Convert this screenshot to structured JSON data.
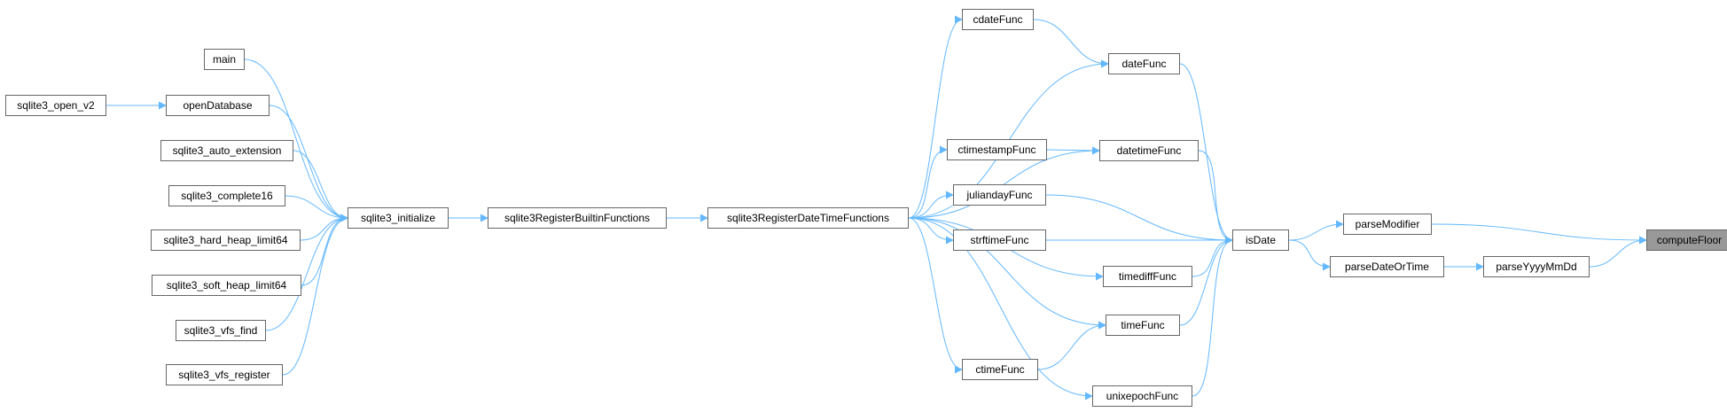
{
  "diagram": {
    "root": "computeFloor",
    "nodes": [
      {
        "id": "computeFloor",
        "label": "computeFloor"
      },
      {
        "id": "parseModifier",
        "label": "parseModifier"
      },
      {
        "id": "parseYyyyMmDd",
        "label": "parseYyyyMmDd"
      },
      {
        "id": "parseDateOrTime",
        "label": "parseDateOrTime"
      },
      {
        "id": "isDate",
        "label": "isDate"
      },
      {
        "id": "cdateFunc",
        "label": "cdateFunc"
      },
      {
        "id": "dateFunc",
        "label": "dateFunc"
      },
      {
        "id": "datetimeFunc",
        "label": "datetimeFunc"
      },
      {
        "id": "ctimestampFunc",
        "label": "ctimestampFunc"
      },
      {
        "id": "juliandayFunc",
        "label": "juliandayFunc"
      },
      {
        "id": "strftimeFunc",
        "label": "strftimeFunc"
      },
      {
        "id": "timediffFunc",
        "label": "timediffFunc"
      },
      {
        "id": "timeFunc",
        "label": "timeFunc"
      },
      {
        "id": "ctimeFunc",
        "label": "ctimeFunc"
      },
      {
        "id": "unixepochFunc",
        "label": "unixepochFunc"
      },
      {
        "id": "sqlite3RegisterDateTimeFunctions",
        "label": "sqlite3RegisterDateTimeFunctions"
      },
      {
        "id": "sqlite3RegisterBuiltinFunctions",
        "label": "sqlite3RegisterBuiltinFunctions"
      },
      {
        "id": "sqlite3_initialize",
        "label": "sqlite3_initialize"
      },
      {
        "id": "main",
        "label": "main"
      },
      {
        "id": "openDatabase",
        "label": "openDatabase"
      },
      {
        "id": "sqlite3_open_v2",
        "label": "sqlite3_open_v2"
      },
      {
        "id": "sqlite3_auto_extension",
        "label": "sqlite3_auto_extension"
      },
      {
        "id": "sqlite3_complete16",
        "label": "sqlite3_complete16"
      },
      {
        "id": "sqlite3_hard_heap_limit64",
        "label": "sqlite3_hard_heap_limit64"
      },
      {
        "id": "sqlite3_soft_heap_limit64",
        "label": "sqlite3_soft_heap_limit64"
      },
      {
        "id": "sqlite3_vfs_find",
        "label": "sqlite3_vfs_find"
      },
      {
        "id": "sqlite3_vfs_register",
        "label": "sqlite3_vfs_register"
      }
    ],
    "edges": [
      [
        "parseModifier",
        "computeFloor"
      ],
      [
        "parseYyyyMmDd",
        "computeFloor"
      ],
      [
        "parseDateOrTime",
        "parseYyyyMmDd"
      ],
      [
        "isDate",
        "parseModifier"
      ],
      [
        "isDate",
        "parseDateOrTime"
      ],
      [
        "dateFunc",
        "isDate"
      ],
      [
        "datetimeFunc",
        "isDate"
      ],
      [
        "juliandayFunc",
        "isDate"
      ],
      [
        "strftimeFunc",
        "isDate"
      ],
      [
        "timediffFunc",
        "isDate"
      ],
      [
        "timeFunc",
        "isDate"
      ],
      [
        "unixepochFunc",
        "isDate"
      ],
      [
        "cdateFunc",
        "dateFunc"
      ],
      [
        "ctimestampFunc",
        "datetimeFunc"
      ],
      [
        "ctimeFunc",
        "timeFunc"
      ],
      [
        "sqlite3RegisterDateTimeFunctions",
        "cdateFunc"
      ],
      [
        "sqlite3RegisterDateTimeFunctions",
        "dateFunc"
      ],
      [
        "sqlite3RegisterDateTimeFunctions",
        "datetimeFunc"
      ],
      [
        "sqlite3RegisterDateTimeFunctions",
        "ctimestampFunc"
      ],
      [
        "sqlite3RegisterDateTimeFunctions",
        "juliandayFunc"
      ],
      [
        "sqlite3RegisterDateTimeFunctions",
        "strftimeFunc"
      ],
      [
        "sqlite3RegisterDateTimeFunctions",
        "timediffFunc"
      ],
      [
        "sqlite3RegisterDateTimeFunctions",
        "timeFunc"
      ],
      [
        "sqlite3RegisterDateTimeFunctions",
        "ctimeFunc"
      ],
      [
        "sqlite3RegisterDateTimeFunctions",
        "unixepochFunc"
      ],
      [
        "sqlite3RegisterBuiltinFunctions",
        "sqlite3RegisterDateTimeFunctions"
      ],
      [
        "sqlite3_initialize",
        "sqlite3RegisterBuiltinFunctions"
      ],
      [
        "main",
        "sqlite3_initialize"
      ],
      [
        "openDatabase",
        "sqlite3_initialize"
      ],
      [
        "sqlite3_open_v2",
        "openDatabase"
      ],
      [
        "sqlite3_auto_extension",
        "sqlite3_initialize"
      ],
      [
        "sqlite3_complete16",
        "sqlite3_initialize"
      ],
      [
        "sqlite3_hard_heap_limit64",
        "sqlite3_initialize"
      ],
      [
        "sqlite3_soft_heap_limit64",
        "sqlite3_initialize"
      ],
      [
        "sqlite3_vfs_find",
        "sqlite3_initialize"
      ],
      [
        "sqlite3_vfs_register",
        "sqlite3_initialize"
      ]
    ],
    "colors": {
      "edge": "#63b8ff",
      "node_border": "#666666",
      "node_fill": "#ffffff",
      "root_fill": "#999999"
    }
  }
}
